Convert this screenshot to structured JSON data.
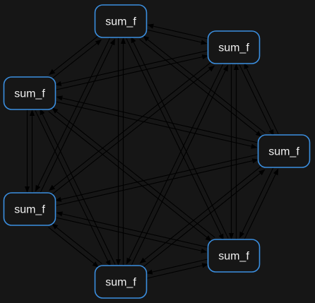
{
  "diagram": {
    "type": "directed-graph",
    "colors": {
      "background": "#161616",
      "node_border": "#3b8fe0",
      "node_fill": "#161616",
      "node_text": "#f0f0f0",
      "edge": "#000000"
    },
    "nodes": [
      {
        "id": "n1",
        "label": "sum_f"
      },
      {
        "id": "n2",
        "label": "sum_f"
      },
      {
        "id": "n3",
        "label": "sum_f"
      },
      {
        "id": "n4",
        "label": "sum_f"
      },
      {
        "id": "n5",
        "label": "sum_f"
      },
      {
        "id": "n6",
        "label": "sum_f"
      },
      {
        "id": "n7",
        "label": "sum_f"
      }
    ],
    "edges": [
      {
        "from": "n1",
        "to": "n2"
      },
      {
        "from": "n2",
        "to": "n1"
      },
      {
        "from": "n1",
        "to": "n3"
      },
      {
        "from": "n3",
        "to": "n1"
      },
      {
        "from": "n1",
        "to": "n4"
      },
      {
        "from": "n4",
        "to": "n1"
      },
      {
        "from": "n1",
        "to": "n5"
      },
      {
        "from": "n5",
        "to": "n1"
      },
      {
        "from": "n1",
        "to": "n6"
      },
      {
        "from": "n6",
        "to": "n1"
      },
      {
        "from": "n1",
        "to": "n7"
      },
      {
        "from": "n7",
        "to": "n1"
      },
      {
        "from": "n2",
        "to": "n3"
      },
      {
        "from": "n3",
        "to": "n2"
      },
      {
        "from": "n2",
        "to": "n4"
      },
      {
        "from": "n4",
        "to": "n2"
      },
      {
        "from": "n2",
        "to": "n5"
      },
      {
        "from": "n5",
        "to": "n2"
      },
      {
        "from": "n2",
        "to": "n6"
      },
      {
        "from": "n6",
        "to": "n2"
      },
      {
        "from": "n2",
        "to": "n7"
      },
      {
        "from": "n7",
        "to": "n2"
      },
      {
        "from": "n3",
        "to": "n4"
      },
      {
        "from": "n4",
        "to": "n3"
      },
      {
        "from": "n3",
        "to": "n5"
      },
      {
        "from": "n5",
        "to": "n3"
      },
      {
        "from": "n3",
        "to": "n6"
      },
      {
        "from": "n6",
        "to": "n3"
      },
      {
        "from": "n3",
        "to": "n7"
      },
      {
        "from": "n7",
        "to": "n3"
      },
      {
        "from": "n4",
        "to": "n5"
      },
      {
        "from": "n5",
        "to": "n4"
      },
      {
        "from": "n4",
        "to": "n6"
      },
      {
        "from": "n6",
        "to": "n4"
      },
      {
        "from": "n4",
        "to": "n7"
      },
      {
        "from": "n7",
        "to": "n4"
      },
      {
        "from": "n5",
        "to": "n6"
      },
      {
        "from": "n6",
        "to": "n5"
      },
      {
        "from": "n5",
        "to": "n7"
      },
      {
        "from": "n7",
        "to": "n5"
      },
      {
        "from": "n6",
        "to": "n7"
      },
      {
        "from": "n7",
        "to": "n6"
      }
    ]
  }
}
